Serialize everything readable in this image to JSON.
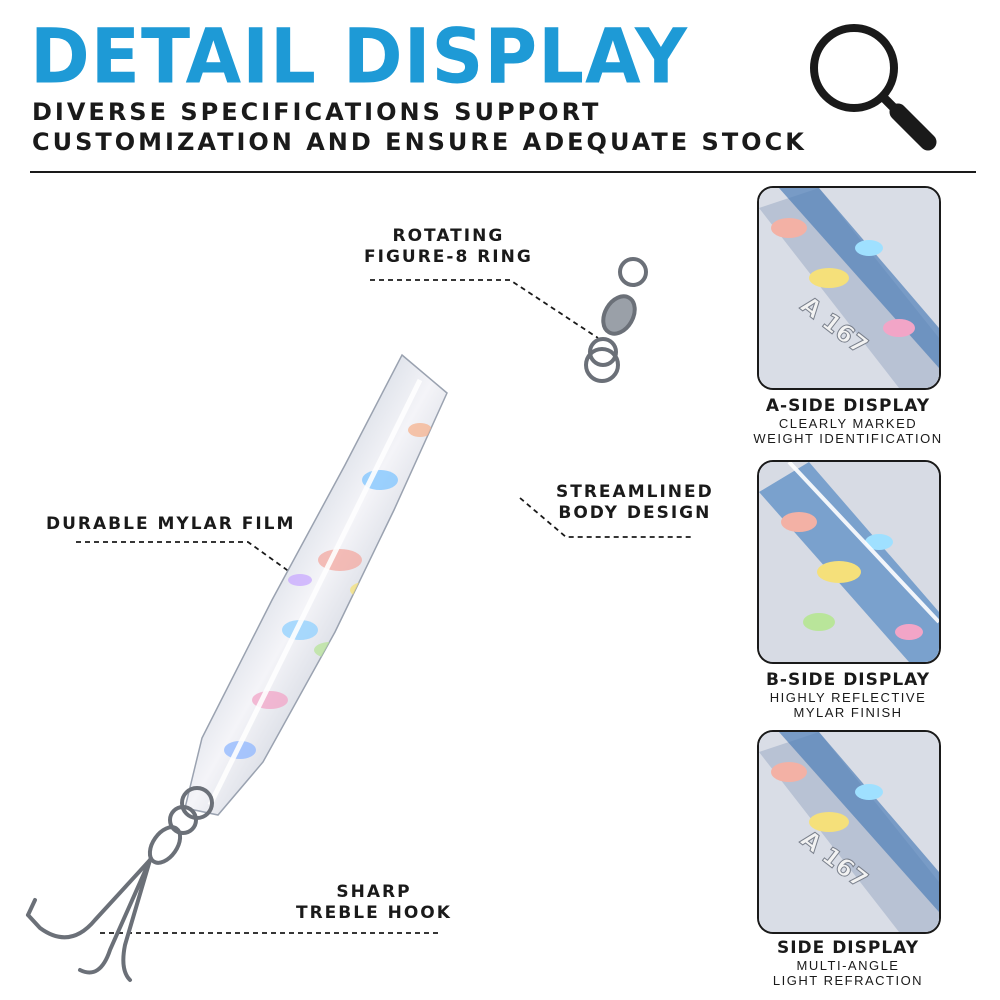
{
  "header": {
    "title": "DETAIL DISPLAY",
    "subtitle_line1": "DIVERSE SPECIFICATIONS SUPPORT",
    "subtitle_line2": "CUSTOMIZATION AND ENSURE ADEQUATE STOCK"
  },
  "colors": {
    "accent": "#1e9ad6",
    "text": "#1a1a1a"
  },
  "icons": {
    "header_icon": "magnifier-icon"
  },
  "callouts": {
    "ring": {
      "line1": "ROTATING",
      "line2": "FIGURE-8 RING"
    },
    "film": {
      "line1": "DURABLE MYLAR FILM"
    },
    "body": {
      "line1": "STREAMLINED",
      "line2": "BODY DESIGN"
    },
    "hook": {
      "line1": "SHARP",
      "line2": "TREBLE HOOK"
    }
  },
  "panels": [
    {
      "engraving": "A 167",
      "title": "A-SIDE DISPLAY",
      "line1": "CLEARLY MARKED",
      "line2": "WEIGHT IDENTIFICATION"
    },
    {
      "title": "B-SIDE DISPLAY",
      "line1": "HIGHLY REFLECTIVE",
      "line2": "MYLAR FINISH"
    },
    {
      "engraving": "A 167",
      "title": "SIDE DISPLAY",
      "line1": "MULTI-ANGLE",
      "line2": "LIGHT REFRACTION"
    }
  ]
}
